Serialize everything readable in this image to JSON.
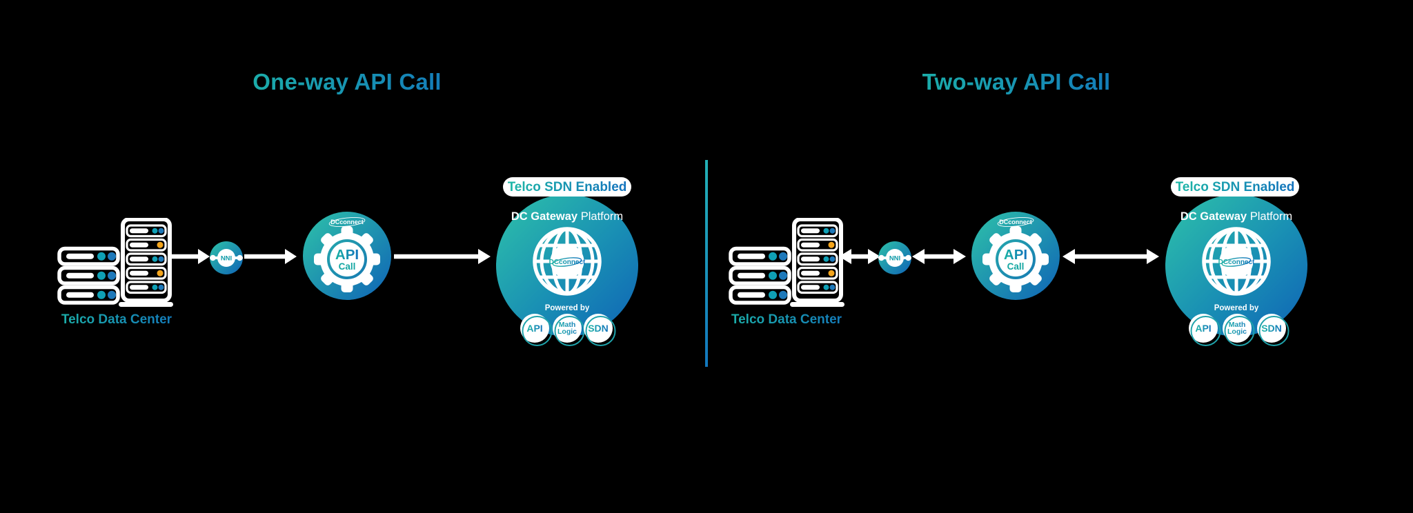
{
  "colors": {
    "background": "#000000",
    "teal": "#1db4a8",
    "blue": "#1272bd",
    "circle_gradient_start": "#2ec2a9",
    "circle_gradient_end": "#0f63b6",
    "orange_dot": "#f4a51c",
    "dot_teal": "#0fa0b5",
    "dot_blue": "#1e79ba",
    "white": "#ffffff"
  },
  "panels": [
    {
      "title": "One-way API Call",
      "arrow_type": "one-way",
      "data_center_label": "Telco Data Center",
      "nni_label": "NNI",
      "gear": {
        "brand": "DCconnect",
        "top": "API",
        "bottom": "Call"
      },
      "gateway": {
        "enabled_badge": "Telco SDN Enabled",
        "name_bold": "DC Gateway",
        "name_regular": "Platform",
        "globe_brand": "DCconnect",
        "powered_by": "Powered by",
        "badges": [
          {
            "label": "API"
          },
          {
            "label": "Math Logic"
          },
          {
            "label": "SDN"
          }
        ]
      }
    },
    {
      "title": "Two-way API Call",
      "arrow_type": "two-way",
      "data_center_label": "Telco Data Center",
      "nni_label": "NNI",
      "gear": {
        "brand": "DCconnect",
        "top": "API",
        "bottom": "Call"
      },
      "gateway": {
        "enabled_badge": "Telco SDN Enabled",
        "name_bold": "DC Gateway",
        "name_regular": "Platform",
        "globe_brand": "DCconnect",
        "powered_by": "Powered by",
        "badges": [
          {
            "label": "API"
          },
          {
            "label": "Math Logic"
          },
          {
            "label": "SDN"
          }
        ]
      }
    }
  ]
}
